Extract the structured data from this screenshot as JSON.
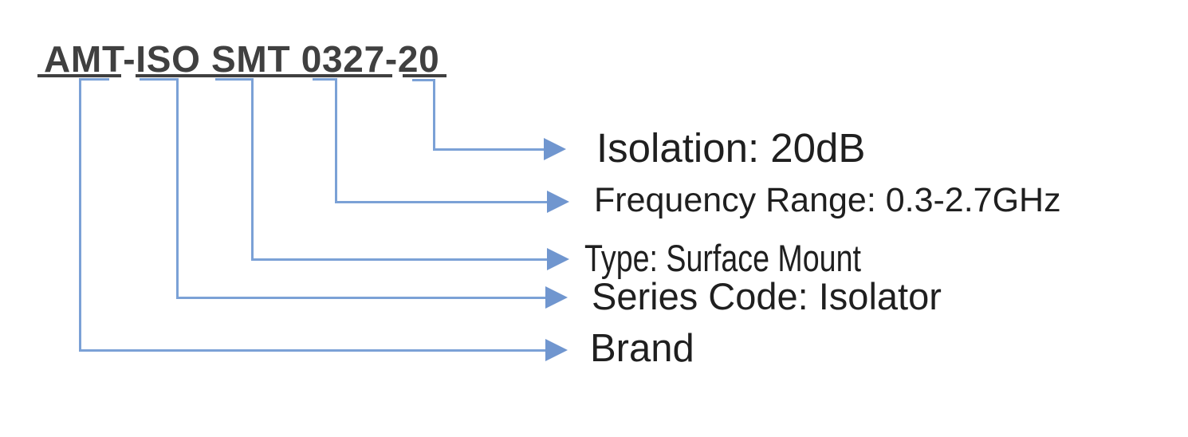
{
  "diagram": {
    "title": {
      "text": "AMT-ISO SMT 0327-20",
      "underlined_segments": [
        "AMT-",
        "ISO SMT 0327",
        "20"
      ]
    },
    "entries": [
      {
        "id": "isolation",
        "code_segment": "20",
        "label": "Isolation: 20dB"
      },
      {
        "id": "frequency",
        "code_segment": "0327",
        "label": "Frequency Range: 0.3-2.7GHz"
      },
      {
        "id": "type",
        "code_segment": "SMT",
        "label": "Type: Surface Mount"
      },
      {
        "id": "series",
        "code_segment": "ISO",
        "label": "Series Code: Isolator"
      },
      {
        "id": "brand",
        "code_segment": "AMT",
        "label": "Brand"
      }
    ],
    "colors": {
      "title": "#404040",
      "underline": "#404040",
      "label_text": "#1f1f1f",
      "connector_line": "#7ba1d6",
      "arrowhead": "#7096cf",
      "background": "#ffffff"
    }
  }
}
